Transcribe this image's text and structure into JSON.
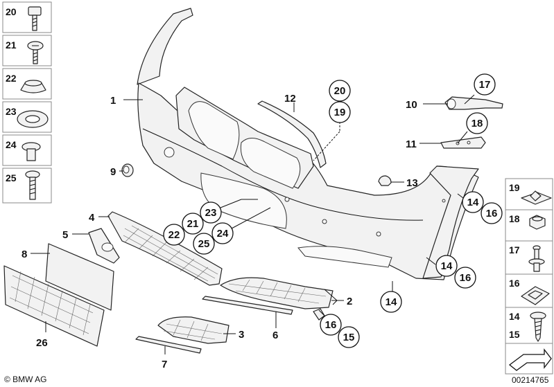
{
  "left_column": {
    "items": [
      {
        "number": "20",
        "icon": "screw-hex-head-icon"
      },
      {
        "number": "21",
        "icon": "screw-pan-head-icon"
      },
      {
        "number": "22",
        "icon": "grommet-cap-icon"
      },
      {
        "number": "23",
        "icon": "washer-ring-icon"
      },
      {
        "number": "24",
        "icon": "expanding-rivet-icon"
      },
      {
        "number": "25",
        "icon": "bolt-icon"
      }
    ]
  },
  "right_column": {
    "items": [
      {
        "number": "19",
        "icon": "clip-nut-icon"
      },
      {
        "number": "18",
        "icon": "plastic-nut-icon"
      },
      {
        "number": "17",
        "icon": "spreader-rivet-icon"
      },
      {
        "number": "16",
        "icon": "spring-clip-icon"
      },
      {
        "number": "14",
        "number2": "15",
        "icon": "tapping-screw-icon"
      },
      {
        "number": "",
        "icon": "arrow-direction-icon"
      }
    ]
  },
  "callouts": {
    "c1": "1",
    "c2": "2",
    "c3": "3",
    "c4": "4",
    "c5": "5",
    "c6": "6",
    "c7": "7",
    "c8": "8",
    "c9": "9",
    "c10": "10",
    "c11": "11",
    "c12": "12",
    "c13": "13",
    "c26": "26"
  },
  "circled": {
    "r20": "20",
    "r19": "19",
    "r17": "17",
    "r18": "18",
    "r14a": "14",
    "r16a": "16",
    "r14b": "14",
    "r16b": "16",
    "r14c": "14",
    "r16c": "16",
    "r15c": "15",
    "r23": "23",
    "r21": "21",
    "r22": "22",
    "r24": "24",
    "r25": "25"
  },
  "footer": {
    "copyright": "© BMW AG",
    "diagram_id": "00214765"
  },
  "colors": {
    "line": "#222222",
    "part_fill": "#f2f2f2",
    "box_border": "#888888"
  }
}
